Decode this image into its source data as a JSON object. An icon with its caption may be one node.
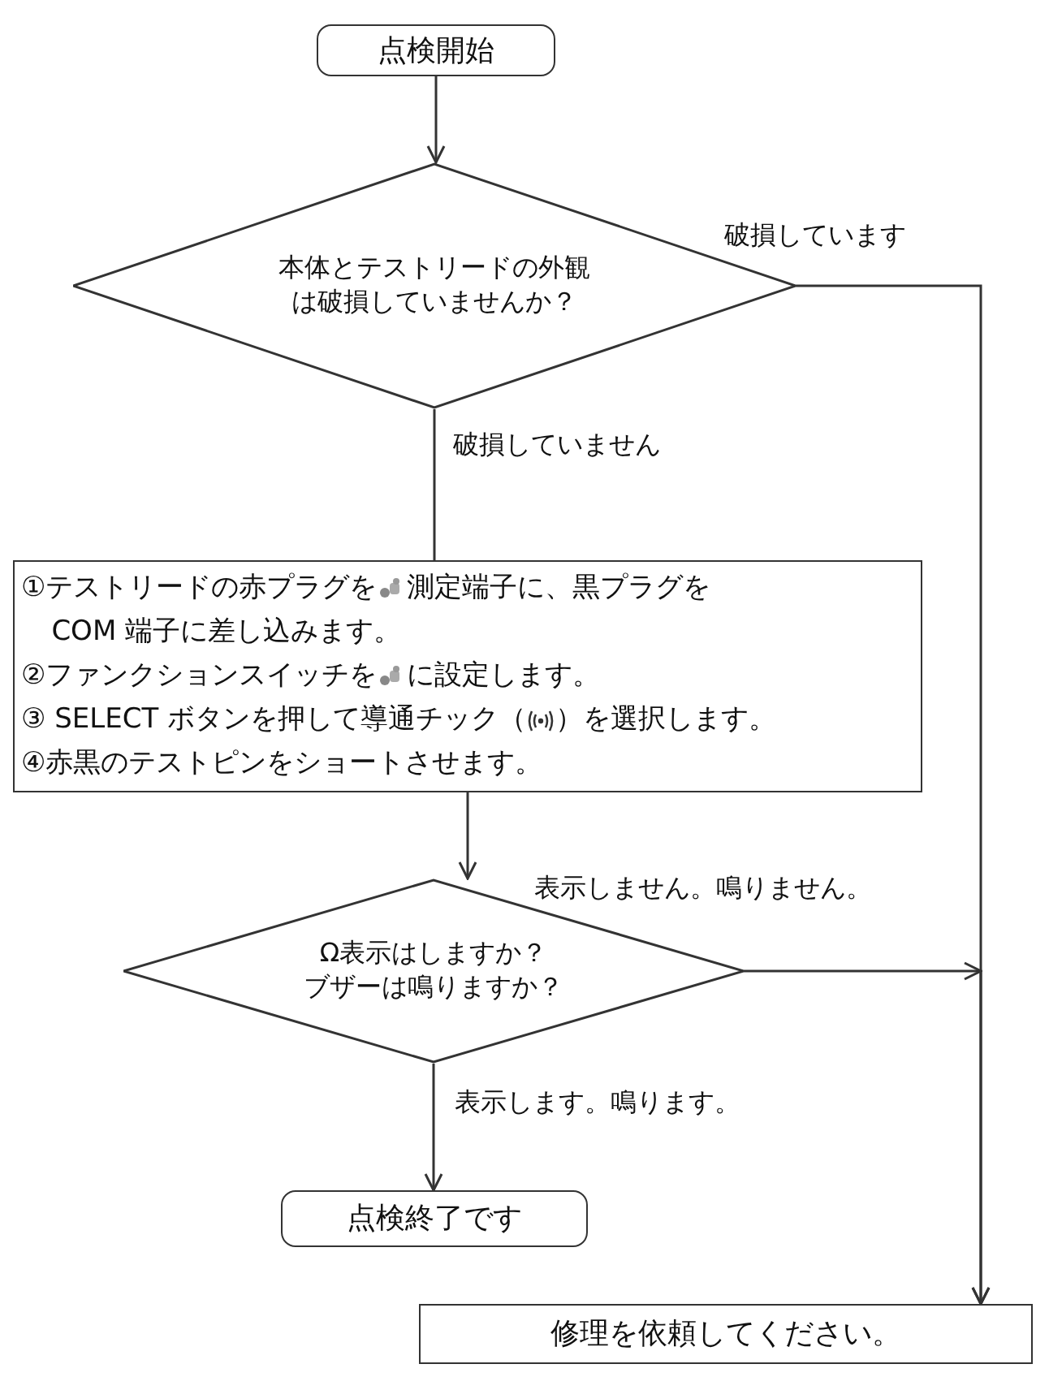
{
  "diagram": {
    "nodes": [
      {
        "text": [
          "点検開始"
        ]
      },
      {
        "text": [
          "本体とテストリードの外観は破損していませんか？"
        ]
      },
      {
        "text": [
          "①テストリードの赤プラグを",
          "測定端子に、黒プラグを COM 端子に差し込みます。",
          "②ファンクションスイッチを",
          "に設定します。",
          "③ SELECT ボタンを押して導通チック（",
          "）を選択します。",
          "④赤黒のテストピンをショートさせます。"
        ]
      },
      {
        "text": [
          "Ω表示はしますか？",
          "ブザーは鳴りますか？"
        ]
      },
      {
        "text": [
          "点検終了です"
        ]
      },
      {
        "text": [
          "修理を依頼してください。"
        ]
      }
    ],
    "edges": [
      {
        "from": 0,
        "to": 1,
        "arrow": "to"
      },
      {
        "from": 1,
        "to": 5,
        "arrow": "to",
        "label": "破損しています"
      },
      {
        "from": 1,
        "to": 2,
        "arrow": "none",
        "label": "破損していません"
      },
      {
        "from": 2,
        "to": 3,
        "arrow": "to"
      },
      {
        "from": 3,
        "to": 5,
        "arrow": "to",
        "label": "表示しません。鳴りません。"
      },
      {
        "from": 3,
        "to": 4,
        "arrow": "to",
        "label": "表示します。鳴ります。"
      }
    ]
  }
}
